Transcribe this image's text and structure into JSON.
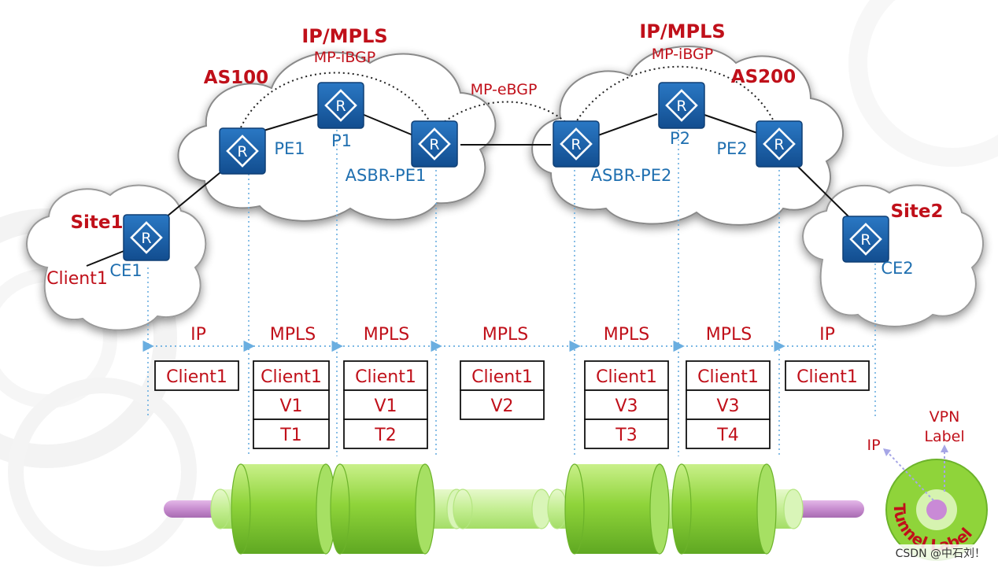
{
  "clouds": {
    "as100": {
      "title": "IP/MPLS",
      "protocol": "MP-iBGP",
      "as_label": "AS100"
    },
    "as200": {
      "title": "IP/MPLS",
      "protocol": "MP-iBGP",
      "as_label": "AS200"
    },
    "site1": {
      "label": "Site1"
    },
    "site2": {
      "label": "Site2"
    }
  },
  "inter_as_protocol": "MP-eBGP",
  "routers": {
    "ce1": "CE1",
    "pe1": "PE1",
    "p1": "P1",
    "asbr_pe1": "ASBR-PE1",
    "asbr_pe2": "ASBR-PE2",
    "p2": "P2",
    "pe2": "PE2",
    "ce2": "CE2"
  },
  "router_icon_glyph": "R",
  "client_label": "Client1",
  "segments": [
    {
      "type": "IP",
      "stack": [
        "Client1"
      ]
    },
    {
      "type": "MPLS",
      "stack": [
        "Client1",
        "V1",
        "T1"
      ]
    },
    {
      "type": "MPLS",
      "stack": [
        "Client1",
        "V1",
        "T2"
      ]
    },
    {
      "type": "MPLS",
      "stack": [
        "Client1",
        "V2"
      ]
    },
    {
      "type": "MPLS",
      "stack": [
        "Client1",
        "V3",
        "T3"
      ]
    },
    {
      "type": "MPLS",
      "stack": [
        "Client1",
        "V3",
        "T4"
      ]
    },
    {
      "type": "IP",
      "stack": [
        "Client1"
      ]
    }
  ],
  "legend": {
    "ip": "IP",
    "vpn_line1": "VPN",
    "vpn_line2": "Label",
    "tunnel": "Tunnel Label"
  },
  "watermark": "CSDN @中石刘！",
  "colors": {
    "label_red": "#c0101a",
    "router_blue": "#1a5da6",
    "text_blue": "#1f6fb0",
    "dotted_blue": "#6aaee0",
    "tunnel_green": "#8fd43a",
    "pipe_purple": "#c78ccf"
  }
}
